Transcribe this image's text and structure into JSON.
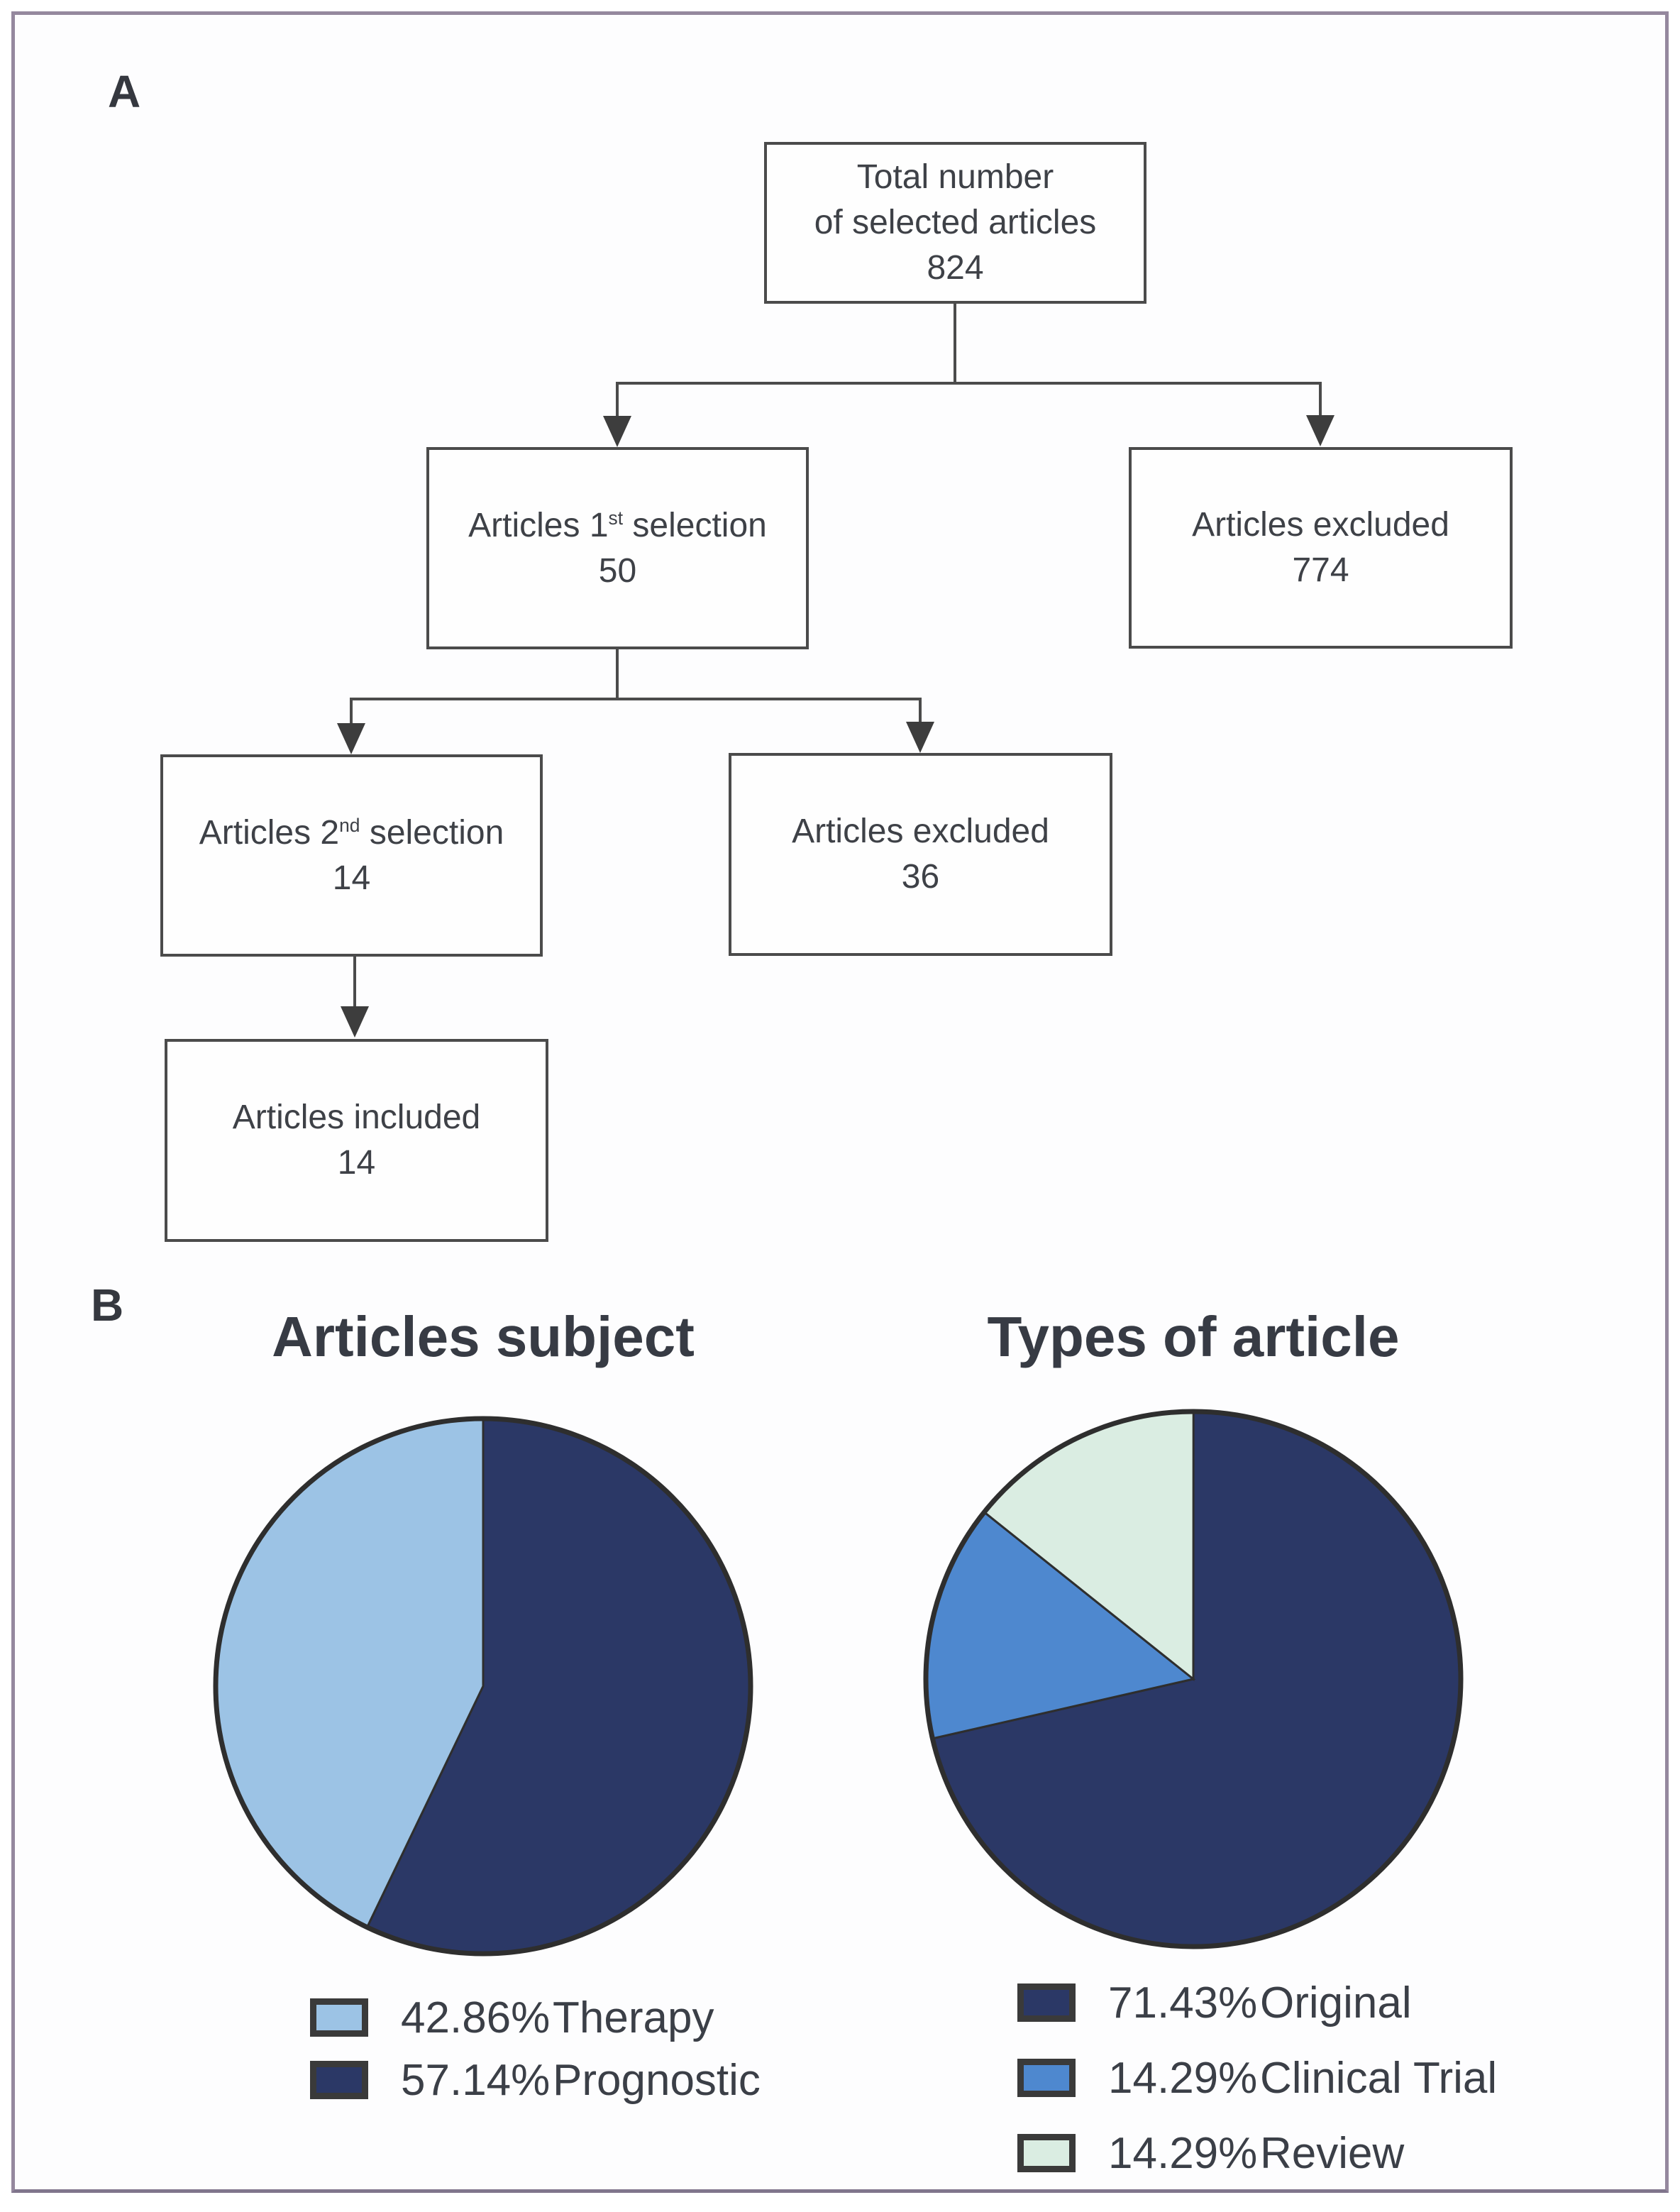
{
  "figure": {
    "panel_a_label": "A",
    "panel_b_label": "B"
  },
  "flowchart": {
    "total": {
      "line1": "Total number",
      "line2": "of selected articles",
      "value": "824"
    },
    "first_selection": {
      "prefix": "Articles 1",
      "sup": "st",
      "suffix": " selection",
      "value": "50"
    },
    "excluded_1": {
      "label": "Articles excluded",
      "value": "774"
    },
    "second_selection": {
      "prefix": "Articles 2",
      "sup": "nd",
      "suffix": " selection",
      "value": "14"
    },
    "excluded_2": {
      "label": "Articles excluded",
      "value": "36"
    },
    "included": {
      "label": "Articles included",
      "value": "14"
    }
  },
  "chart_data": [
    {
      "type": "pie",
      "title": "Articles subject",
      "start_angle_deg": 0,
      "direction": "clockwise-from-12-oclock",
      "slices": [
        {
          "label": "Prognostic",
          "value": 57.14,
          "color": "#2B3866"
        },
        {
          "label": "Therapy",
          "value": 42.86,
          "color": "#9CC3E5"
        }
      ],
      "legend": [
        {
          "pct": "42.86%",
          "label": "Therapy",
          "color": "#9CC3E5"
        },
        {
          "pct": "57.14%",
          "label": "Prognostic",
          "color": "#2B3866"
        }
      ]
    },
    {
      "type": "pie",
      "title": "Types of article",
      "start_angle_deg": 0,
      "direction": "clockwise-from-12-oclock",
      "slices": [
        {
          "label": "Original",
          "value": 71.43,
          "color": "#2B3866"
        },
        {
          "label": "Clinical Trial",
          "value": 14.29,
          "color": "#4E88CF"
        },
        {
          "label": "Review",
          "value": 14.29,
          "color": "#DAEDE2"
        }
      ],
      "legend": [
        {
          "pct": "71.43%",
          "label": "Original",
          "color": "#2B3866"
        },
        {
          "pct": "14.29%",
          "label": "Clinical Trial",
          "color": "#4E88CF"
        },
        {
          "pct": "14.29%",
          "label": "Review",
          "color": "#DAEDE2"
        }
      ]
    }
  ],
  "style_colors": {
    "pie_outline": "#2e2e2e",
    "connector": "#4b4b4b",
    "arrowhead": "#3d3d3d"
  }
}
